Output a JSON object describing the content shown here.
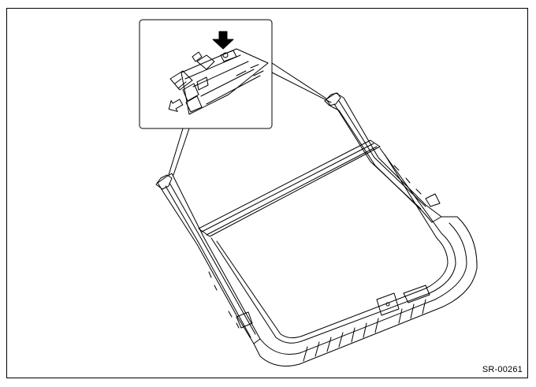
{
  "figure": {
    "code": "SR-00261",
    "line_color": "#000000",
    "fill_color": "#ffffff"
  },
  "inset": {
    "push_arrow_icon": "solid-down-arrow",
    "release_arrow_icon": "outline-arrow"
  }
}
